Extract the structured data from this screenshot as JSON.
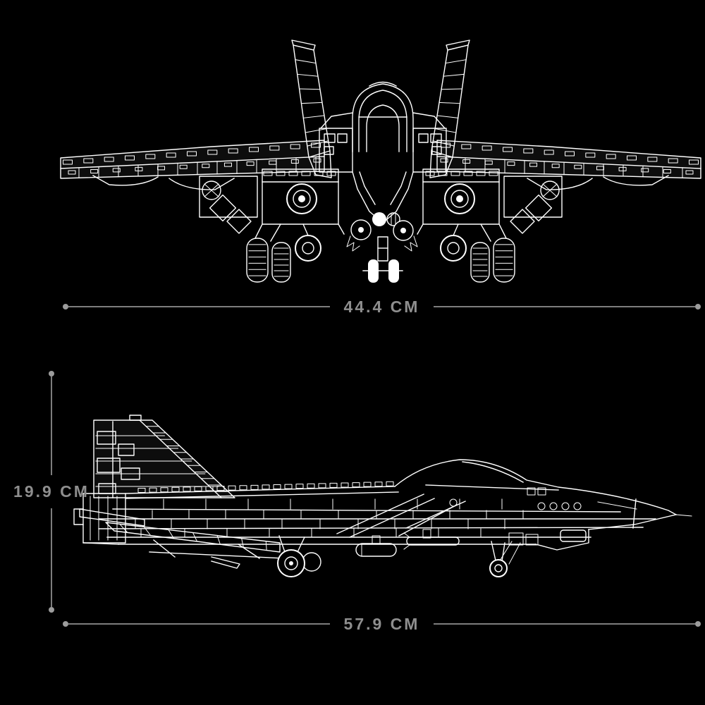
{
  "page": {
    "background_color": "#000000"
  },
  "diagram": {
    "front_view": {
      "name": "front-view-line-art"
    },
    "side_view": {
      "name": "side-view-line-art"
    },
    "dimensions": {
      "wingspan": {
        "label": "44.4 CM"
      },
      "height": {
        "label": "19.9 CM"
      },
      "length": {
        "label": "57.9 CM"
      }
    },
    "style": {
      "line_art_color": "#ffffff",
      "dimension_color": "#8e8e8e"
    }
  }
}
